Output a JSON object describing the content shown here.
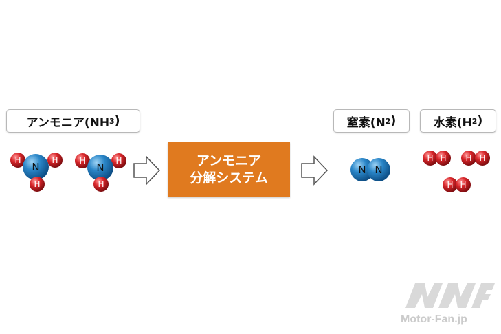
{
  "labels": {
    "ammonia": "アンモニア(NH",
    "ammonia_sub": "3",
    "ammonia_close": ")",
    "nitrogen": "窒素(N",
    "nitrogen_sub": "2",
    "nitrogen_close": ")",
    "hydrogen": "水素(H",
    "hydrogen_sub": "2",
    "hydrogen_close": ")"
  },
  "process": {
    "line1": "アンモニア",
    "line2": "分解システム"
  },
  "atoms": {
    "nitrogen_symbol": "N",
    "hydrogen_symbol": "H"
  },
  "colors": {
    "process_fill": "#e07a1f",
    "nitrogen_atom": "#2a86c8",
    "hydrogen_atom": "#d8262a"
  },
  "watermark": {
    "text": "Motor-Fan.jp"
  }
}
